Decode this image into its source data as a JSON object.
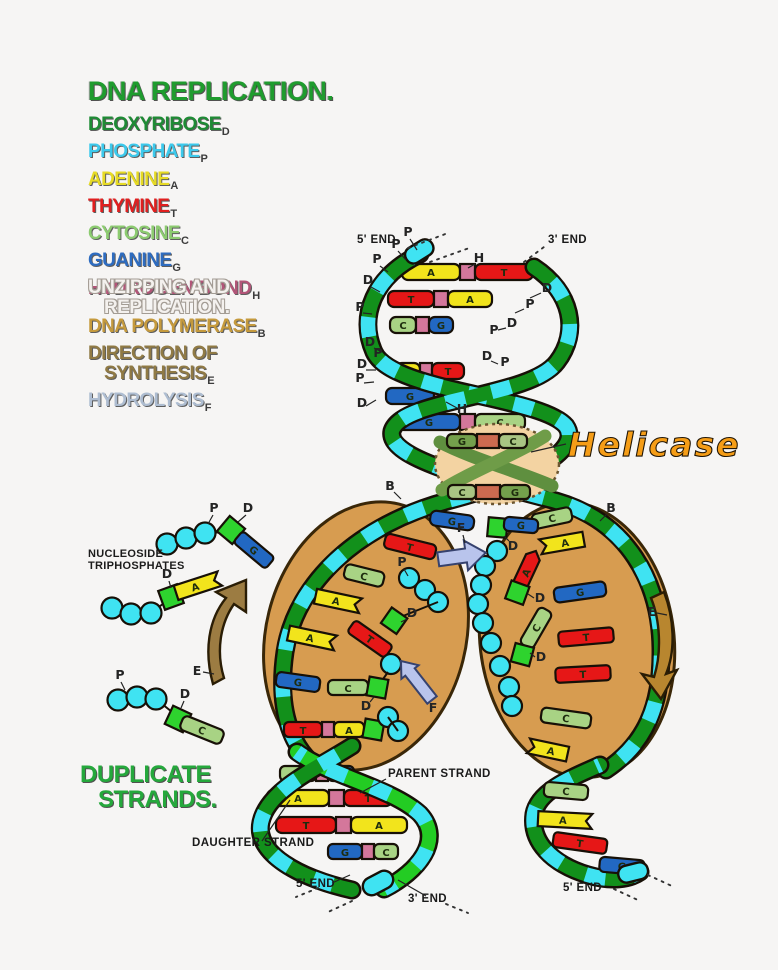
{
  "title": "DNA REPLICATION.",
  "legend": {
    "items": [
      {
        "label": "DEOXYRIBOSE",
        "sub": "D",
        "color": "#1e8b35"
      },
      {
        "label": "PHOSPHATE",
        "sub": "P",
        "color": "#3cc9ec"
      },
      {
        "label": "ADENINE",
        "sub": "A",
        "color": "#e6da25"
      },
      {
        "label": "THYMINE",
        "sub": "T",
        "color": "#e01f1f"
      },
      {
        "label": "CYTOSINE",
        "sub": "C",
        "color": "#8ccb70"
      },
      {
        "label": "GUANINE",
        "sub": "G",
        "color": "#2e6cc0"
      },
      {
        "label": "HYDROGEN BOND",
        "sub": "H",
        "color": "#b25578"
      }
    ]
  },
  "process_legend": {
    "unzipping_line1": "UNZIPPING AND",
    "unzipping_line2": "REPLICATION.",
    "dna_polymerase": "DNA POLYMERASE",
    "dna_polymerase_sub": "B",
    "direction_line1": "DIRECTION OF",
    "direction_line2": "SYNTHESIS",
    "direction_sub": "E",
    "hydrolysis": "HYDROLYSIS",
    "hydrolysis_sub": "F"
  },
  "annotations": {
    "helicase": "Helicase",
    "nucleoside_line1": "NUCLEOSIDE",
    "nucleoside_line2": "TRIPHOSPHATES",
    "duplicate_line1": "DUPLICATE",
    "duplicate_line2": "STRANDS.",
    "parent_strand": "PARENT STRAND",
    "daughter_strand": "DAUGHTER STRAND",
    "end5": "5' END",
    "end3": "3' END"
  },
  "letters": {
    "A": "A",
    "T": "T",
    "C": "C",
    "G": "G",
    "P": "P",
    "D": "D",
    "H": "H",
    "B": "B",
    "E": "E",
    "F": "F"
  },
  "sequences": {
    "top_helix_pairs": [
      [
        "A",
        "T"
      ],
      [
        "T",
        "A"
      ],
      [
        "C",
        "G"
      ],
      [
        "A",
        "T"
      ],
      [
        "G",
        "C"
      ],
      [
        "G",
        "C"
      ]
    ],
    "helicase_pairs": [
      [
        "G",
        "C"
      ],
      [
        "C",
        "G"
      ]
    ],
    "left_bubble_template_bases": [
      "T",
      "C",
      "A",
      "A",
      "G"
    ],
    "left_bubble_incoming_bases": [
      "T",
      "C"
    ],
    "left_bubble_bottom_pair": [
      "T",
      "A"
    ],
    "right_bubble_template_bases": [
      "C",
      "A",
      "G",
      "T",
      "T",
      "C",
      "A"
    ],
    "right_bubble_incoming_bases": [
      "G",
      "A",
      "C"
    ],
    "bottom_left_helix_pairs": [
      [
        "C",
        "G"
      ],
      [
        "A",
        "T"
      ],
      [
        "T",
        "A"
      ],
      [
        "G",
        "C"
      ]
    ],
    "bottom_right_strand_bases": [
      "C",
      "A",
      "T",
      "G"
    ],
    "free_triphosphate_bases": [
      "G",
      "A",
      "C"
    ]
  },
  "palette": {
    "adenine_yellow": "#f2e41c",
    "thymine_red": "#e61717",
    "cytosine_green": "#a8d384",
    "guanine_blue": "#2268c2",
    "hydrogen_pink": "#d4779b",
    "deoxyribose_square_green": "#2ed32e",
    "phosphate_cyan": "#3fe3f2",
    "strand_green": "#12901b",
    "strand_bright_green": "#23cc23",
    "bubble_tan": "#d79c50",
    "helicase_tan": "#f3d3a2",
    "helicase_label_orange": "#f59d17",
    "arrow_brown": "#9c7c42",
    "arrow_periwinkle": "#b9c4ec",
    "title_green": "#1f9c2e"
  }
}
